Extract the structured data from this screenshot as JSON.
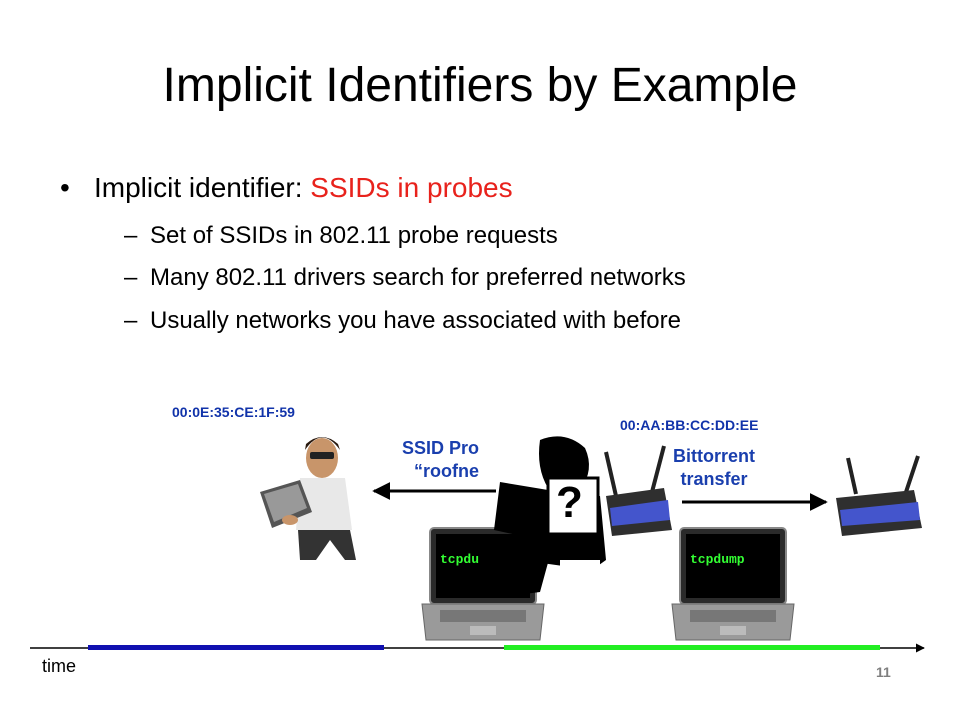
{
  "slide": {
    "title": "Implicit Identifiers by Example",
    "bullet": {
      "marker": "•",
      "prefix": "Implicit identifier: ",
      "highlight": "SSIDs in probes"
    },
    "sub_marker": "–",
    "subbullets": [
      "Set of SSIDs in 802.11 probe requests",
      "Many 802.11 drivers search for preferred networks",
      "Usually networks you have associated with before"
    ],
    "page_number": "11"
  },
  "diagram": {
    "mac_left": "00:0E:35:CE:1F:59",
    "mac_right": "00:AA:BB:CC:DD:EE",
    "probe_label_line1": "SSID Pro",
    "probe_label_line2": "“roofne",
    "bittorrent_line1": "Bittorrent",
    "bittorrent_line2": "transfer",
    "tcpdump_left": "tcpdu",
    "tcpdump_right": "tcpdump",
    "question_mark": "?",
    "time_label": "time",
    "colors": {
      "blue_bar": "#1010b0",
      "green_bar": "#22ee22",
      "label_blue": "#1a3fae",
      "highlight_red": "#e8221c"
    }
  }
}
